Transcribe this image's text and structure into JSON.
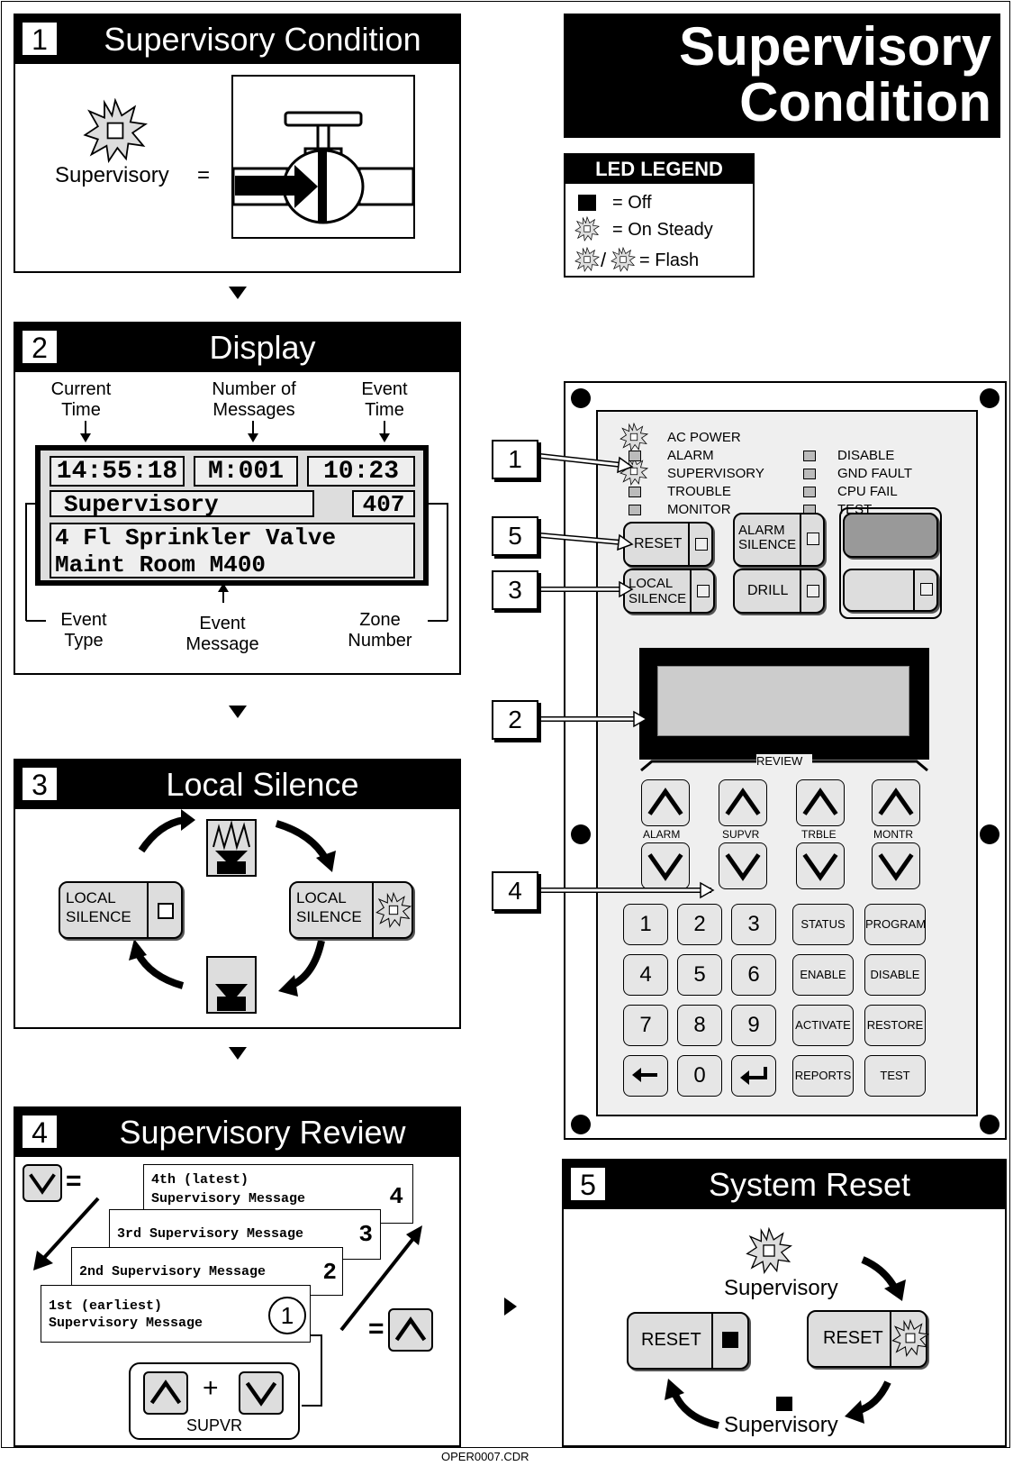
{
  "title": {
    "line1": "Supervisory",
    "line2": "Condition"
  },
  "legend": {
    "header": "LED LEGEND",
    "off": "= Off",
    "steady": "= On Steady",
    "flash": "= Flash"
  },
  "step1": {
    "num": "1",
    "title": "Supervisory Condition",
    "label": "Supervisory",
    "equals": "="
  },
  "step2": {
    "num": "2",
    "title": "Display",
    "top_labels": {
      "current_time": [
        "Current",
        "Time"
      ],
      "num_messages": [
        "Number of",
        "Messages"
      ],
      "event_time": [
        "Event",
        "Time"
      ]
    },
    "lcd": {
      "time": "14:55:18",
      "msgs": "M:001",
      "event_time": "10:23",
      "type": "Supervisory",
      "zone": "407",
      "line1": "4 Fl Sprinkler Valve",
      "line2": "Maint Room M400"
    },
    "bottom_labels": {
      "event_type": [
        "Event",
        "Type"
      ],
      "event_message": [
        "Event",
        "Message"
      ],
      "zone_number": [
        "Zone",
        "Number"
      ]
    }
  },
  "step3": {
    "num": "3",
    "title": "Local Silence",
    "btn_line1": "LOCAL",
    "btn_line2": "SILENCE"
  },
  "step4": {
    "num": "4",
    "title": "Supervisory Review",
    "equals": "=",
    "cards": [
      {
        "line1": "4th (latest)",
        "line2": "Supervisory Message",
        "n": "4"
      },
      {
        "line1": "3rd Supervisory Message",
        "line2": "",
        "n": "3"
      },
      {
        "line1": "2nd Supervisory Message",
        "line2": "",
        "n": "2"
      },
      {
        "line1": "1st (earliest)",
        "line2": "Supervisory Message",
        "n": "1"
      }
    ],
    "plus": "+",
    "supvr": "SUPVR"
  },
  "step5": {
    "num": "5",
    "title": "System Reset",
    "label": "Supervisory",
    "reset": "RESET"
  },
  "panel": {
    "leds_left": [
      "AC POWER",
      "ALARM",
      "SUPERVISORY",
      "TROUBLE",
      "MONITOR"
    ],
    "leds_right": [
      "DISABLE",
      "GND FAULT",
      "CPU FAIL",
      "TEST"
    ],
    "buttons": {
      "reset": "RESET",
      "alarm_silence_1": "ALARM",
      "alarm_silence_2": "SILENCE",
      "local_silence_1": "LOCAL",
      "local_silence_2": "SILENCE",
      "drill": "DRILL"
    },
    "review": "REVIEW",
    "review_labels": [
      "ALARM",
      "SUPVR",
      "TRBLE",
      "MONTR"
    ],
    "keys": [
      "1",
      "2",
      "3",
      "4",
      "5",
      "6",
      "7",
      "8",
      "9",
      "0"
    ],
    "fkeys": [
      "STATUS",
      "PROGRAM",
      "ENABLE",
      "DISABLE",
      "ACTIVATE",
      "RESTORE",
      "REPORTS",
      "TEST"
    ],
    "callouts": [
      "1",
      "5",
      "3",
      "2",
      "4"
    ]
  },
  "footer": "OPER0007.CDR"
}
